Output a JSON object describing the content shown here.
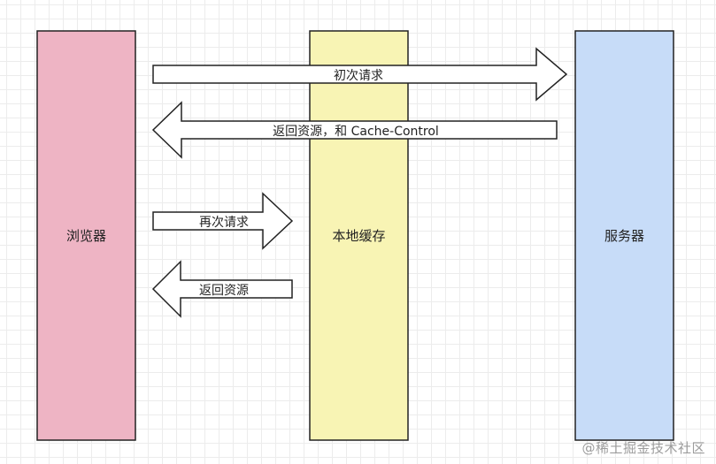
{
  "colors": {
    "browser_fill": "#eeb4c4",
    "cache_fill": "#f8f4b4",
    "server_fill": "#c7dcf8",
    "stroke": "#222222",
    "arrow_fill": "#ffffff"
  },
  "nodes": {
    "browser": "浏览器",
    "cache": "本地缓存",
    "server": "服务器"
  },
  "arrows": {
    "first_request": "初次请求",
    "return_with_cache_control": "返回资源，和 Cache-Control",
    "second_request": "再次请求",
    "return_resource": "返回资源"
  },
  "watermark": "@稀土掘金技术社区"
}
